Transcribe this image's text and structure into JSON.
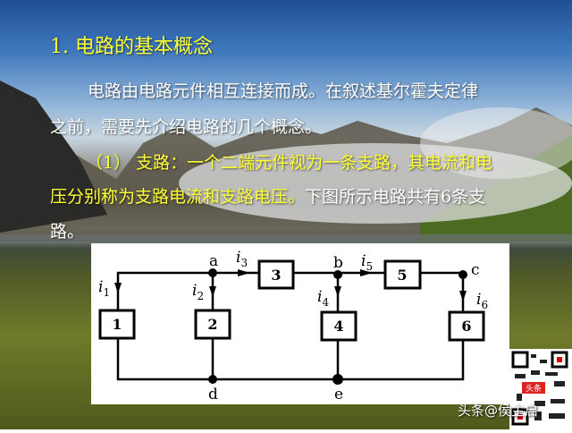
{
  "slide": {
    "title": "1. 电路的基本概念",
    "para1_line1": "电路由电路元件相互连接而成。在叙述基尔霍夫定律",
    "para1_line2": "之前，需要先介绍电路的几个概念。",
    "para2_line1": "（1） 支路：一个二端元件视为一条支路，其电流和电",
    "para2_line2_yellow": "压分别称为支路电流和支路电压。",
    "para2_line2_white": "下图所示电路共有6条支",
    "para2_line3": "路。"
  },
  "circuit": {
    "nodes": [
      "a",
      "b",
      "c",
      "d",
      "e"
    ],
    "elements": [
      "1",
      "2",
      "3",
      "4",
      "5",
      "6"
    ],
    "currents": [
      "i",
      "i",
      "i",
      "i",
      "i",
      "i"
    ],
    "current_subscripts": [
      "1",
      "2",
      "3",
      "4",
      "5",
      "6"
    ]
  },
  "watermark": {
    "text": "头条@侯主启",
    "badge": "头条"
  },
  "colors": {
    "highlight": "#ffff33",
    "text": "#ffffff"
  }
}
